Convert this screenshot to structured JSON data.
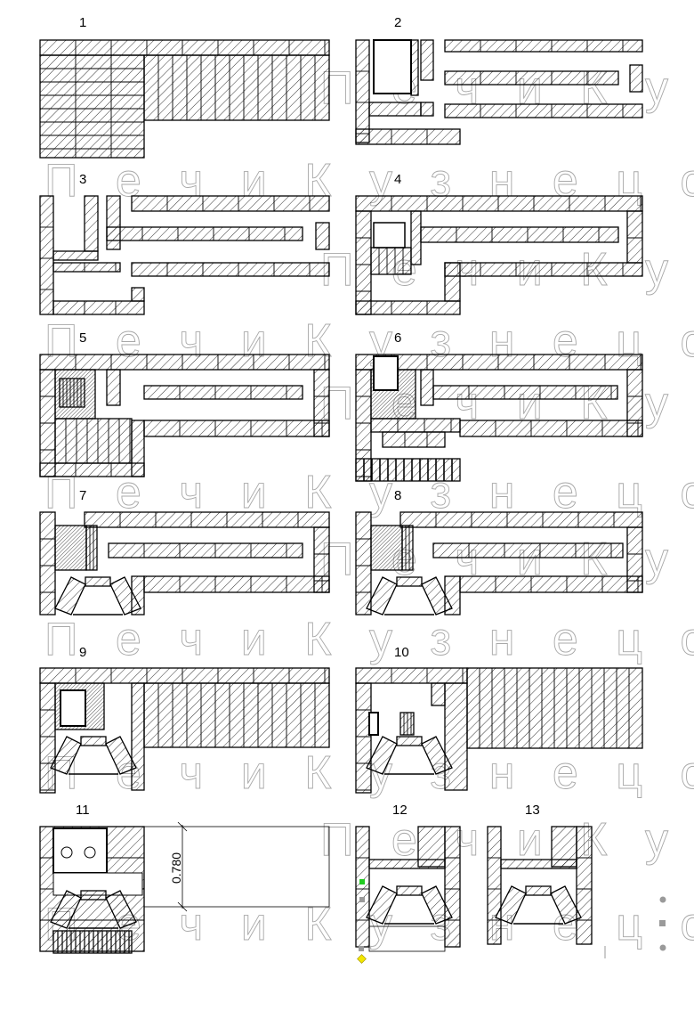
{
  "courses": [
    {
      "label": "1"
    },
    {
      "label": "2"
    },
    {
      "label": "3"
    },
    {
      "label": "4"
    },
    {
      "label": "5"
    },
    {
      "label": "6"
    },
    {
      "label": "7"
    },
    {
      "label": "8"
    },
    {
      "label": "9"
    },
    {
      "label": "10"
    },
    {
      "label": "11"
    },
    {
      "label": "12"
    },
    {
      "label": "13"
    }
  ],
  "dimension": {
    "value": "0.780"
  },
  "watermark": {
    "text": "Печи Кузнецова"
  },
  "colors": {
    "ink": "#000000",
    "watermark": "#a8a8a8",
    "handle_green": "#22cc22",
    "handle_yellow": "#f2e600",
    "handle_gray": "#9a9a9a"
  }
}
